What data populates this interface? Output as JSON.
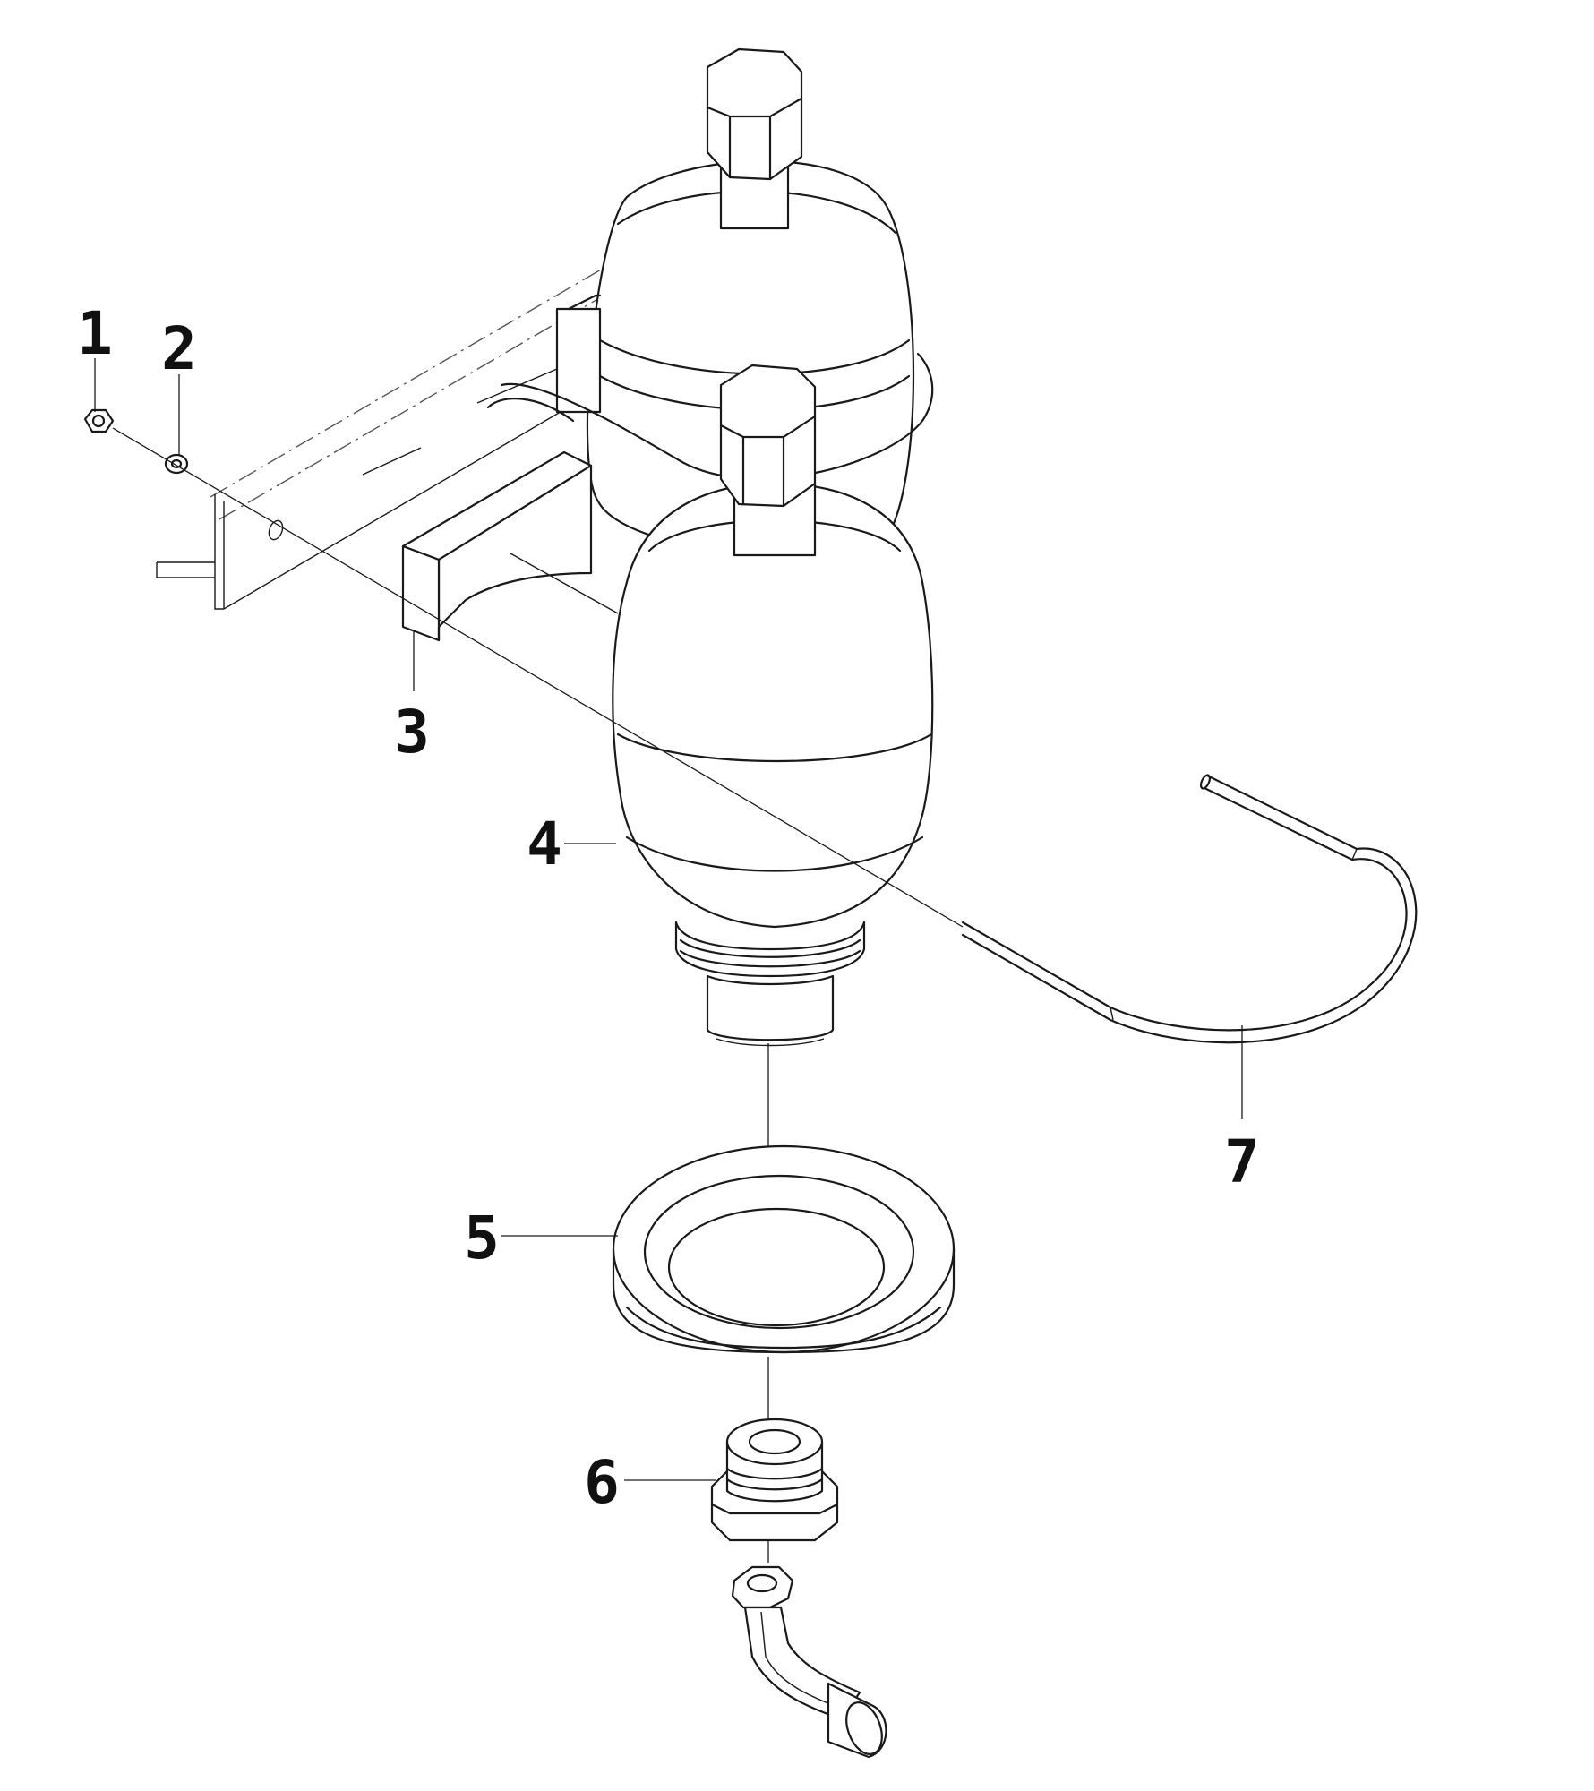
{
  "callouts": [
    {
      "id": "1",
      "text": "1",
      "part": "nut"
    },
    {
      "id": "2",
      "text": "2",
      "part": "washer"
    },
    {
      "id": "3",
      "text": "3",
      "part": "saddle-block"
    },
    {
      "id": "4",
      "text": "4",
      "part": "accumulator"
    },
    {
      "id": "5",
      "text": "5",
      "part": "seal-ring"
    },
    {
      "id": "6",
      "text": "6",
      "part": "adapter-fitting"
    },
    {
      "id": "7",
      "text": "7",
      "part": "u-bolt"
    }
  ],
  "colors": {
    "line": "#1a1a1a",
    "background": "#ffffff"
  }
}
